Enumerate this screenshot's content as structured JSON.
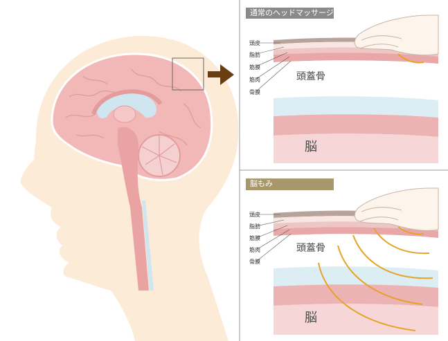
{
  "panels": {
    "top": {
      "title": "通常のヘッドマッサージ",
      "layers": [
        "頭皮",
        "脂肪",
        "筋膜",
        "筋肉",
        "骨膜"
      ],
      "skull": "頭蓋骨",
      "brain": "脳"
    },
    "bottom": {
      "title": "脳もみ",
      "layers": [
        "頭皮",
        "脂肪",
        "筋膜",
        "筋肉",
        "骨膜"
      ],
      "skull": "頭蓋骨",
      "brain": "脳"
    }
  },
  "colors": {
    "head_skin": "#fcebd6",
    "brain_pink": "#f2b8b8",
    "spinal": "#e9a3a3",
    "ventricle": "#cfe6f1",
    "arrow": "#6b3e12",
    "wave": "#e5a32a",
    "title_gray": "#8a8a8a",
    "title_gold": "#a8976a"
  }
}
